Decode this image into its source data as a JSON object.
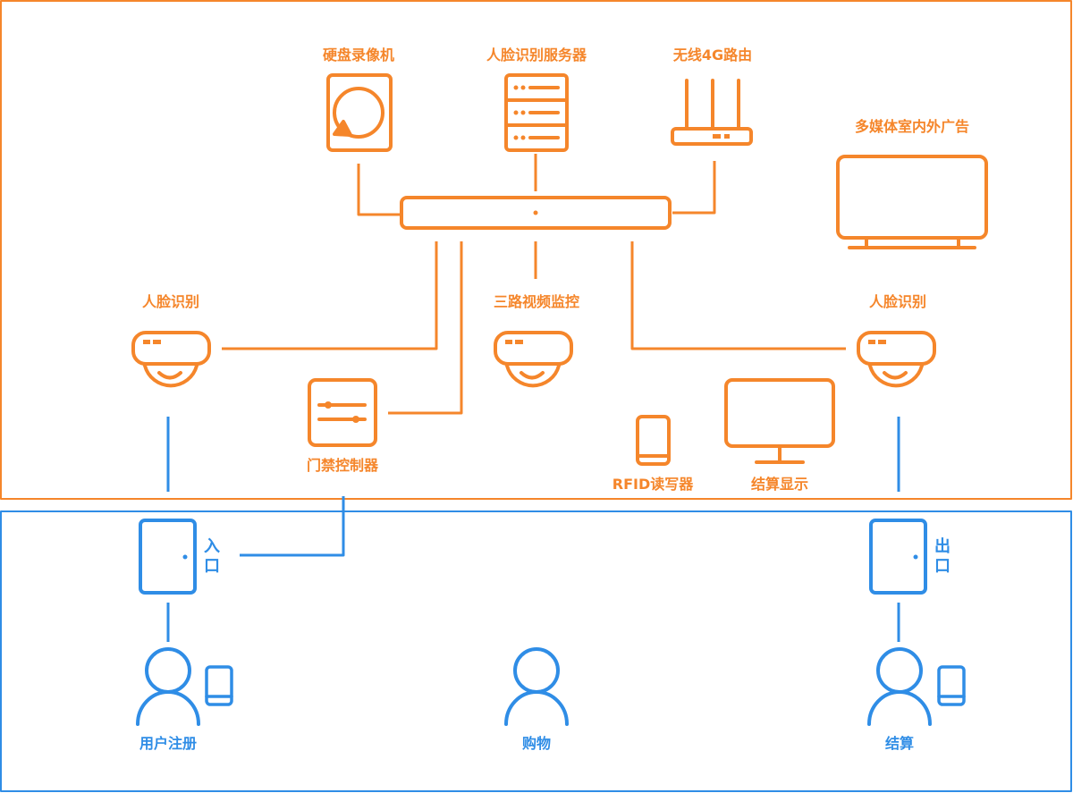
{
  "colors": {
    "orange": "#f5862b",
    "blue": "#2f8de6"
  },
  "labels": {
    "dvr": "硬盘录像机",
    "face_server": "人脸识别服务器",
    "router": "无线4G路由",
    "ad_screen": "多媒体室内外广告",
    "face_cam_left": "人脸识别",
    "video_monitor": "三路视频监控",
    "face_cam_right": "人脸识别",
    "access_controller": "门禁控制器",
    "rfid_reader": "RFID读写器",
    "checkout_display": "结算显示",
    "entrance": "入口",
    "exit": "出口",
    "user_register": "用户注册",
    "shopping": "购物",
    "checkout": "结算"
  },
  "icons": {
    "dvr": "hard-disk-icon",
    "face_server": "server-rack-icon",
    "router": "wifi-router-icon",
    "switch": "network-switch-icon",
    "ad_screen": "tv-screen-icon",
    "face_cam": "face-camera-icon",
    "controller": "slider-controller-icon",
    "rfid": "phone-reader-icon",
    "display": "monitor-icon",
    "door": "door-icon",
    "user": "person-icon",
    "phone": "mobile-phone-icon"
  }
}
